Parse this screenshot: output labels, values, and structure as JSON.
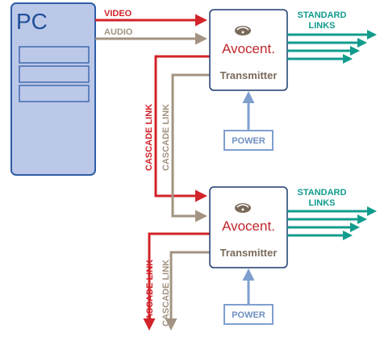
{
  "pc": {
    "title": "PC"
  },
  "signals": {
    "video": "VIDEO",
    "audio": "AUDIO",
    "cascade_link": "CASCADE LINK"
  },
  "transmitter": {
    "brand": "Avocent",
    "brand_mark": ".",
    "label": "Transmitter"
  },
  "standard_links": {
    "line1": "STANDARD",
    "line2": "LINKS"
  },
  "power": "POWER",
  "colors": {
    "video": "#d2232a",
    "audio": "#a39382",
    "standard": "#119c8d",
    "power": "#7f9fcf",
    "pc_fill": "#bcc8e8",
    "pc_stroke": "#2f5ea8",
    "brand": "#c0272d",
    "transmitter_text": "#7a6a5a"
  }
}
